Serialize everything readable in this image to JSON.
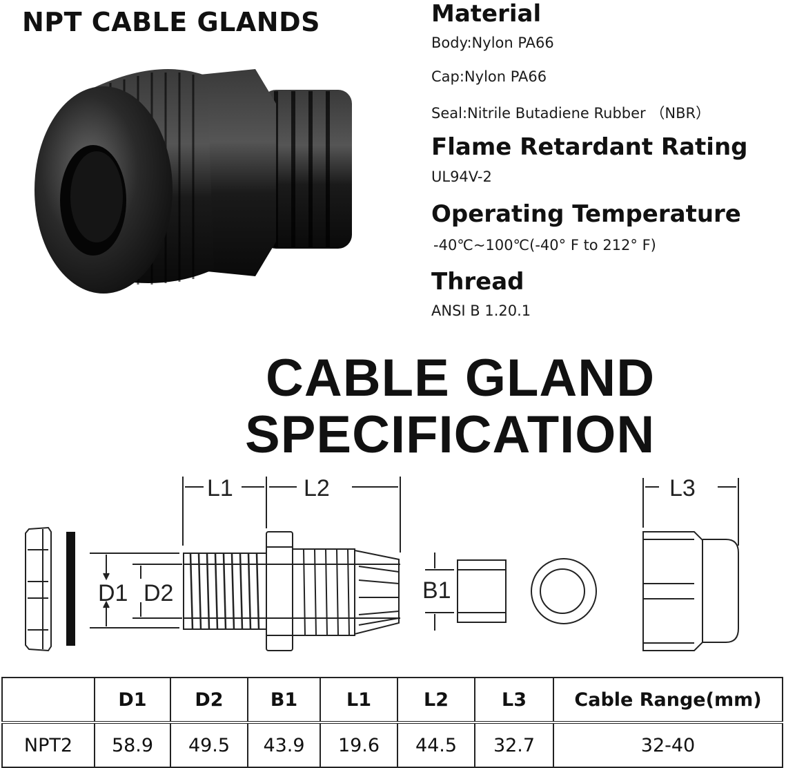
{
  "header": {
    "title": "NPT CABLE GLANDS"
  },
  "specs": [
    {
      "heading": "Material",
      "values": [
        "Body:Nylon PA66",
        "Cap:Nylon PA66",
        "Seal:Nitrile Butadiene Rubber （NBR）"
      ]
    },
    {
      "heading": "Flame Retardant Rating",
      "values": [
        "UL94V-2"
      ]
    },
    {
      "heading": "Operating Temperature",
      "values": [
        "-40℃~100℃(-40° F to 212° F)"
      ]
    },
    {
      "heading": "Thread",
      "values": [
        "ANSI B 1.20.1"
      ]
    }
  ],
  "section_title": {
    "line1": "CABLE GLAND",
    "line2": "SPECIFICATION"
  },
  "drawing": {
    "labels": {
      "l1": "L1",
      "l2": "L2",
      "l3": "L3",
      "d1": "D1",
      "d2": "D2",
      "b1": "B1"
    }
  },
  "table": {
    "headers": [
      "",
      "D1",
      "D2",
      "B1",
      "L1",
      "L2",
      "L3",
      "Cable Range(mm)"
    ],
    "rows": [
      [
        "NPT2",
        "58.9",
        "49.5",
        "43.9",
        "19.6",
        "44.5",
        "32.7",
        "32-40"
      ]
    ]
  }
}
